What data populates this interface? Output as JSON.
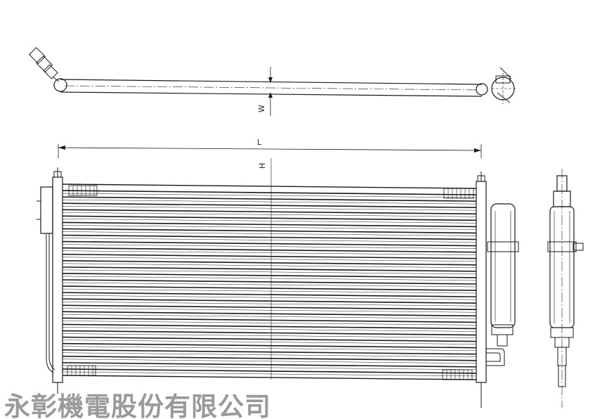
{
  "dimensions": {
    "width_label": "W",
    "length_label": "L",
    "height_label": "H"
  },
  "company": {
    "name": "永彰機電股份有限公司"
  },
  "colors": {
    "line": "#1a1a1a",
    "watermark": "#9a9a9a"
  }
}
